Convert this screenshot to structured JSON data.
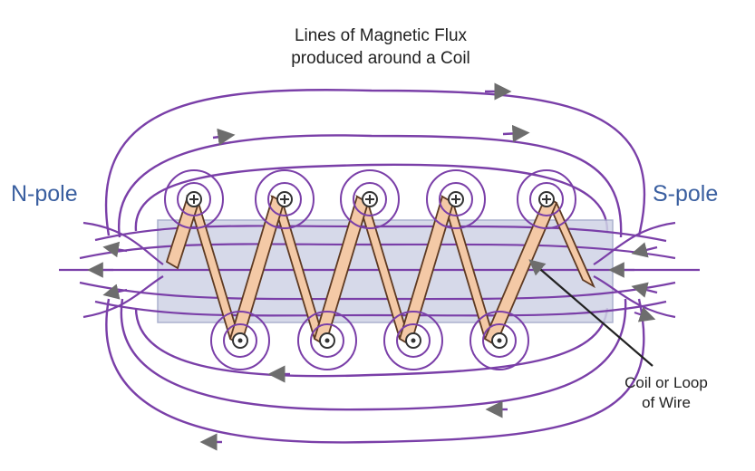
{
  "diagram": {
    "title_line1": "Lines of Magnetic Flux",
    "title_line2": "produced around a Coil",
    "north_pole_label": "N-pole",
    "south_pole_label": "S-pole",
    "coil_label_line1": "Coil or Loop",
    "coil_label_line2": "of Wire"
  },
  "colors": {
    "flux_line": "#7a3fa8",
    "arrow": "#6d6d6d",
    "core_fill": "#cfd3e6",
    "wire_fill": "#f4c9a6",
    "wire_stroke": "#5e3a22",
    "pole_text": "#3a5fa0"
  },
  "icons": {
    "current_into_page": "circle-plus-icon",
    "current_out_of_page": "circle-dot-icon"
  }
}
